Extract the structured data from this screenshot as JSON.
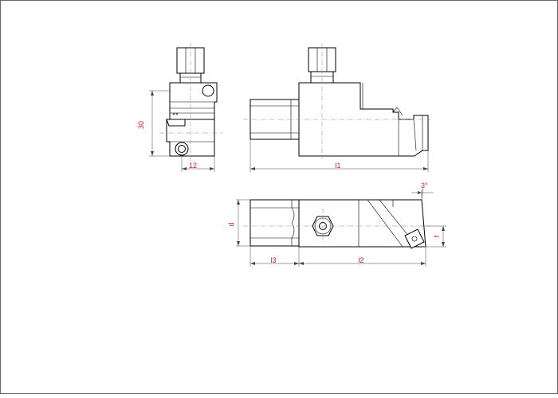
{
  "drawing": {
    "accent_color": "#cc2222",
    "line_color": "#000000",
    "dimensions": {
      "height": "30",
      "width": "12",
      "length_1": "l1",
      "diameter": "d",
      "length_2": "l2",
      "length_3": "l3",
      "offset": "f",
      "angle": "3°"
    }
  }
}
